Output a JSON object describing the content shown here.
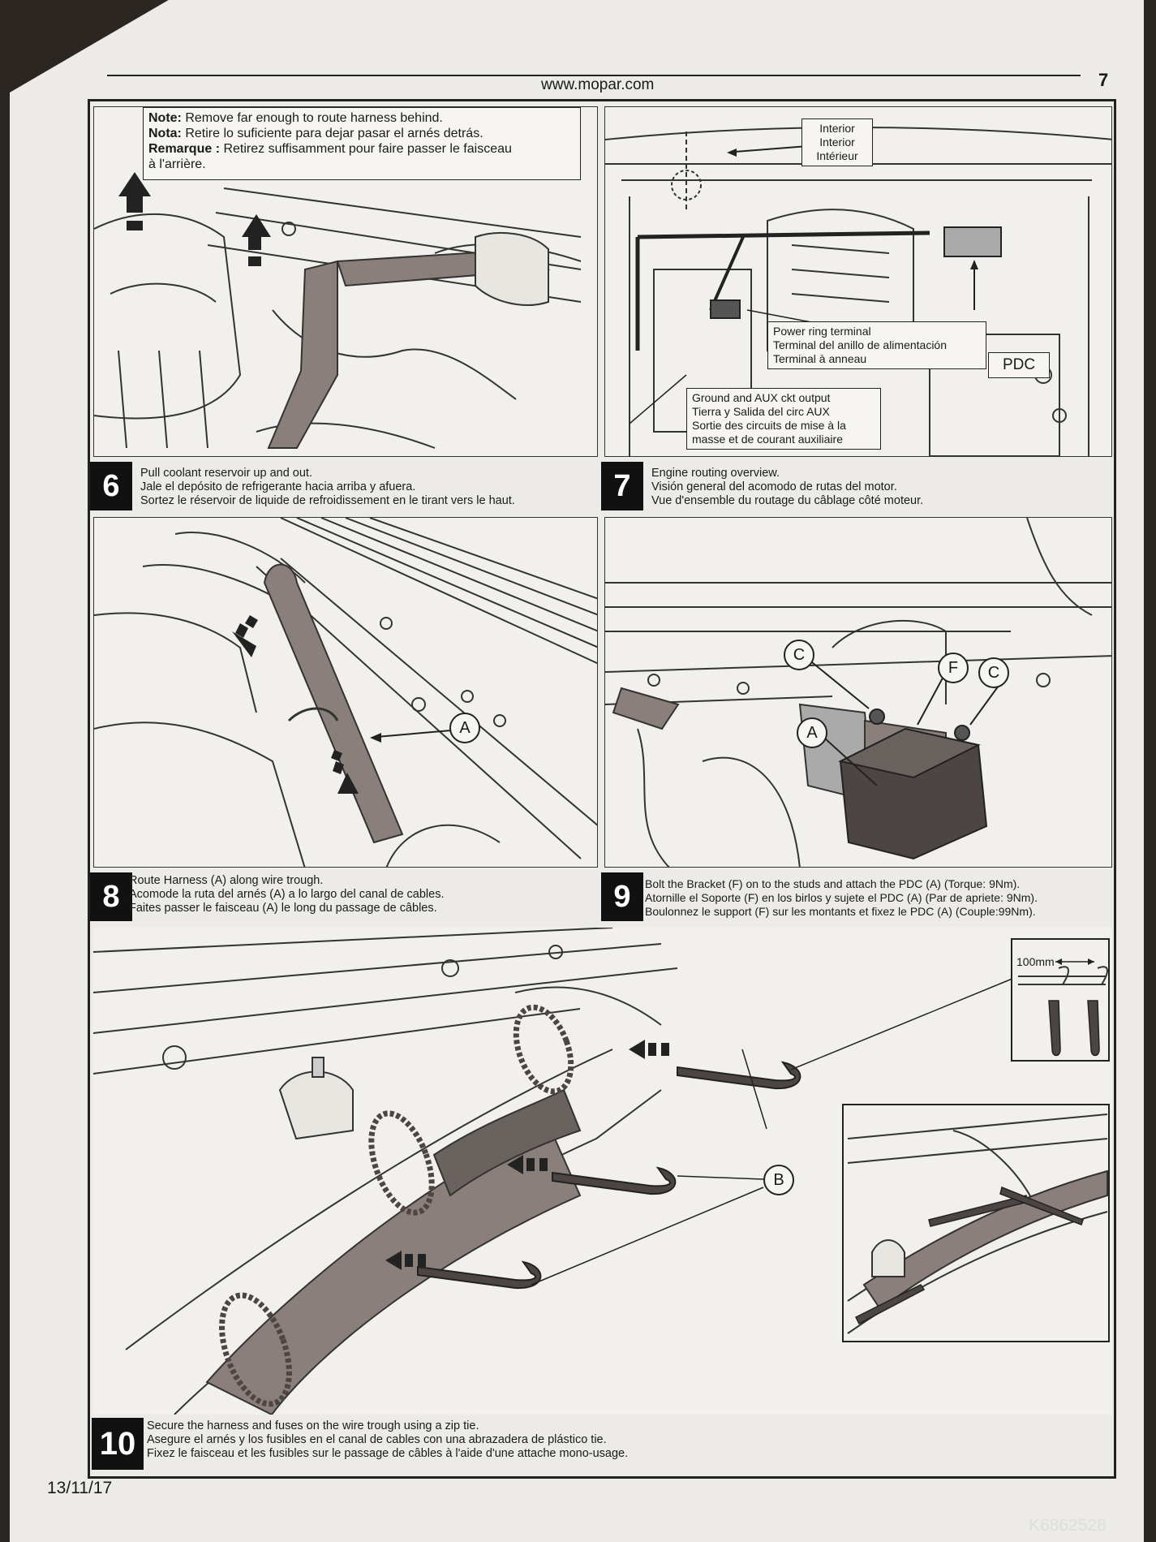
{
  "header": {
    "website": "www.mopar.com",
    "page_number": "7"
  },
  "footer": {
    "date": "13/11/17",
    "part_number": "K6862528"
  },
  "steps": {
    "s6": {
      "number": "6",
      "lines": [
        "Pull coolant reservoir up and out.",
        "Jale el depósito de refrigerante hacia arriba y afuera.",
        "Sortez le réservoir de liquide de refroidissement en le tirant vers le haut."
      ],
      "note": {
        "en_label": "Note:",
        "en_text": " Remove far enough to route harness behind.",
        "es_label": "Nota:",
        "es_text": " Retire lo suficiente para dejar pasar el arnés detrás.",
        "fr_label": "Remarque :",
        "fr_text": " Retirez suffisamment pour faire passer le faisceau",
        "fr_text2": "à l'arrière."
      }
    },
    "s7": {
      "number": "7",
      "lines": [
        "Engine routing overview.",
        "Visión general del acomodo de rutas del motor.",
        "Vue d'ensemble du routage du câblage côté moteur."
      ],
      "interior": [
        "Interior",
        "Interior",
        "Intérieur"
      ],
      "power_ring": [
        "Power ring terminal",
        "Terminal del anillo de alimentación",
        "Terminal à anneau"
      ],
      "ground": [
        "Ground and AUX ckt output",
        "Tierra y Salida del circ AUX",
        "Sortie des circuits de mise à la",
        "masse et de courant auxiliaire"
      ],
      "pdc": "PDC"
    },
    "s8": {
      "number": "8",
      "lines": [
        "Route Harness (A) along wire trough.",
        "Acomode la ruta del arnés (A) a lo largo del canal de cables.",
        "Faites passer le faisceau (A) le long du passage de câbles."
      ],
      "label_a": "A"
    },
    "s9": {
      "number": "9",
      "lines": [
        "Bolt the Bracket (F) on to the studs and attach the PDC (A) (Torque: 9Nm).",
        "Atornille el Soporte (F) en los birlos y sujete el PDC (A) (Par de apriete: 9Nm).",
        "Boulonnez le support (F) sur les montants et fixez le PDC (A) (Couple:99Nm)."
      ],
      "label_c": "C",
      "label_a": "A",
      "label_f": "F"
    },
    "s10": {
      "number": "10",
      "lines": [
        "Secure the harness and fuses on the wire trough using a zip tie.",
        "Asegure el arnés y los fusibles en el canal de cables con una abrazadera de plástico tie.",
        "Fixez le faisceau et les fusibles sur le passage de câbles à l'aide d'une attache mono-usage."
      ],
      "label_b": "B",
      "spacing": "100mm"
    }
  }
}
